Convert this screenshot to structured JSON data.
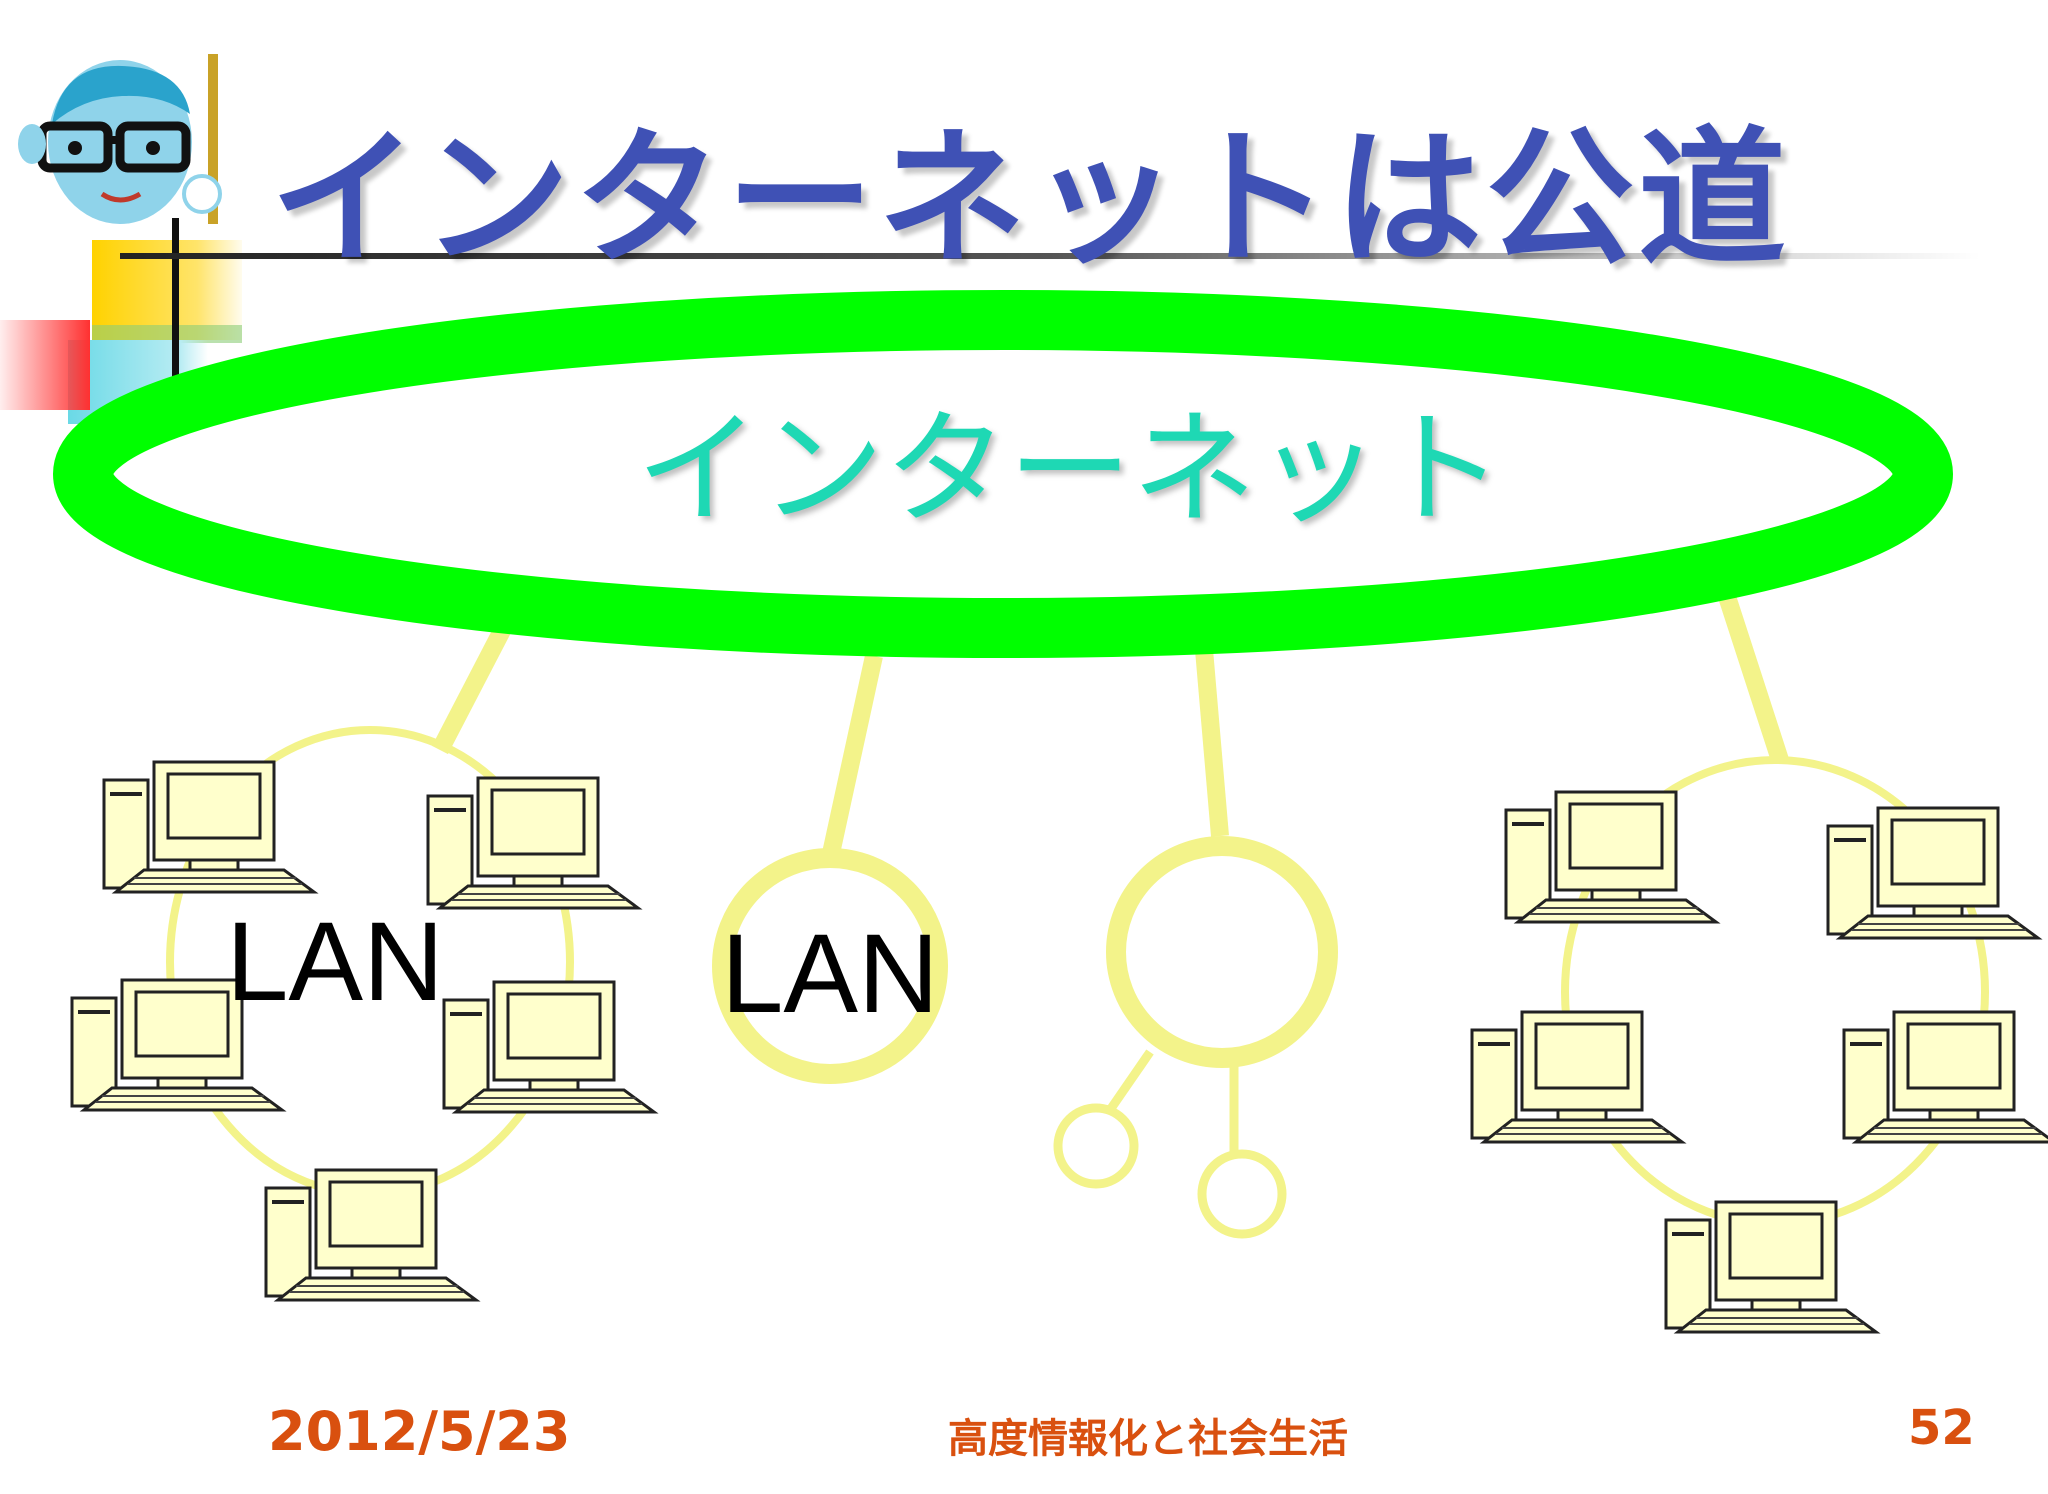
{
  "slide": {
    "title": "インターネットは公道",
    "internet_label": "インターネット",
    "lan_label_left": "LAN",
    "lan_label_center": "LAN"
  },
  "footer": {
    "date": "2012/5/23",
    "course": "高度情報化と社会生活",
    "page": "52"
  },
  "icons": {
    "mascot": "teacher-mascot-icon",
    "computer": "desktop-computer-icon"
  },
  "colors": {
    "title": "#3f51b5",
    "internet_ring": "#00ff00",
    "internet_text": "#1ed8b4",
    "lan_ring": "#f3f38a",
    "footer": "#d9500f"
  }
}
